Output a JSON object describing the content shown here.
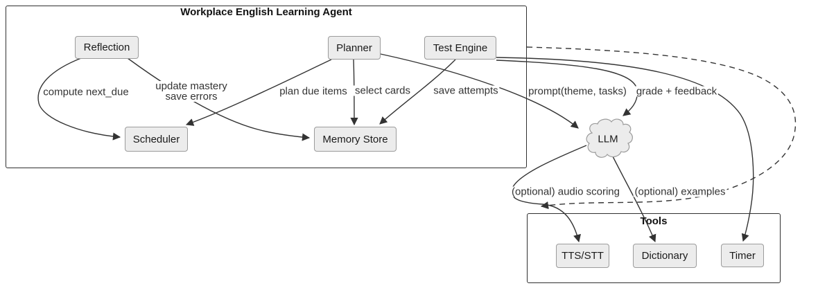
{
  "diagram": {
    "agent_group": {
      "title": "Workplace English Learning Agent"
    },
    "tools_group": {
      "title": "Tools"
    },
    "nodes": {
      "reflection": {
        "label": "Reflection"
      },
      "planner": {
        "label": "Planner"
      },
      "test_engine": {
        "label": "Test Engine"
      },
      "scheduler": {
        "label": "Scheduler"
      },
      "memory_store": {
        "label": "Memory Store"
      },
      "llm": {
        "label": "LLM"
      },
      "tts_stt": {
        "label": "TTS/STT"
      },
      "dictionary": {
        "label": "Dictionary"
      },
      "timer": {
        "label": "Timer"
      }
    },
    "edge_labels": {
      "compute_next_due": "compute next_due",
      "update_mastery_line1": "update mastery",
      "update_mastery_line2": "save errors",
      "plan_due_items": "plan due items",
      "select_cards": "select cards",
      "save_attempts": "save attempts",
      "prompt": "prompt(theme, tasks)",
      "grade_feedback": "grade + feedback",
      "audio_scoring": "(optional) audio scoring",
      "examples": "(optional) examples"
    },
    "edges": [
      {
        "from": "Reflection",
        "to": "Scheduler",
        "label": "compute next_due",
        "style": "solid"
      },
      {
        "from": "Reflection",
        "to": "Memory Store",
        "label": "update mastery / save errors",
        "style": "solid"
      },
      {
        "from": "Planner",
        "to": "Scheduler",
        "label": "plan due items",
        "style": "solid"
      },
      {
        "from": "Planner",
        "to": "Memory Store",
        "label": "select cards",
        "style": "solid"
      },
      {
        "from": "Test Engine",
        "to": "Memory Store",
        "label": "save attempts",
        "style": "solid"
      },
      {
        "from": "Planner",
        "to": "LLM",
        "label": "prompt(theme, tasks)",
        "style": "solid"
      },
      {
        "from": "Test Engine",
        "to": "LLM",
        "label": "grade + feedback",
        "style": "solid"
      },
      {
        "from": "Test Engine",
        "to": "Timer",
        "label": "",
        "style": "solid"
      },
      {
        "from": "Workplace English Learning Agent",
        "to": "Tools",
        "label": "",
        "style": "dashed"
      },
      {
        "from": "LLM",
        "to": "TTS/STT",
        "label": "(optional) audio scoring",
        "style": "solid"
      },
      {
        "from": "LLM",
        "to": "Dictionary",
        "label": "(optional) examples",
        "style": "solid"
      }
    ],
    "colors": {
      "node_fill": "#ececec",
      "node_border": "#9b9b9b",
      "edge": "#333333",
      "group_border": "#2f2f2f",
      "background": "#ffffff"
    }
  }
}
